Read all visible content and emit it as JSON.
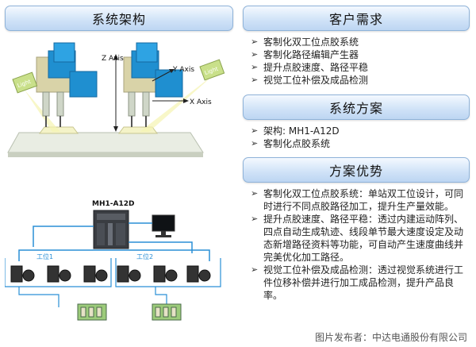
{
  "left": {
    "header": "系统架构",
    "axes": {
      "z": "Z Axis",
      "y": "Y Axis",
      "x": "X Axis"
    },
    "light": "Light",
    "controller": "MH1-A12D",
    "station1": "工位1",
    "station2": "工位2"
  },
  "needs": {
    "header": "客户需求",
    "items": [
      "客制化双工位点胶系统",
      "客制化路径编辑产生器",
      "提升点胶速度、路径平稳",
      "视觉工位补偿及成品检测"
    ]
  },
  "solution": {
    "header": "系统方案",
    "items": [
      "架构: MH1-A12D",
      "客制化点胶系统"
    ]
  },
  "advantages": {
    "header": "方案优势",
    "items": [
      "客制化双工位点胶系统：单站双工位设计，可同时进行不同点胶路径加工，提升生产量效能。",
      "提升点胶速度、路径平稳：透过内建运动阵列、四点自动生成轨迹、线段单节最大速度设定及动态新增路径资料等功能，可自动产生速度曲线并完美优化加工路径。",
      "视觉工位补偿及成品检测：透过视觉系统进行工件位移补偿并进行加工成品检测，提升产品良率。"
    ]
  },
  "watermark": "图片发布者：中达电通股份有限公司"
}
